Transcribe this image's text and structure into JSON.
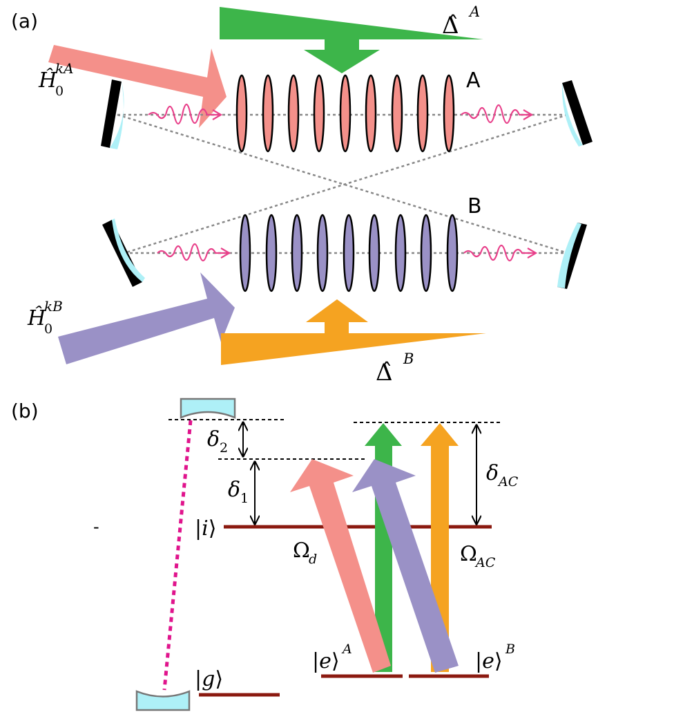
{
  "panel_a": {
    "label": "(a)",
    "ensemble_a_label": "A",
    "ensemble_b_label": "B",
    "h0_a": {
      "base": "Ĥ",
      "sub": "0",
      "sup": "kA"
    },
    "h0_b": {
      "base": "Ĥ",
      "sub": "0",
      "sup": "kB"
    },
    "delta_a": {
      "base": "Δ̂",
      "sup": "A"
    },
    "delta_b": {
      "base": "Δ̂",
      "sup": "B"
    }
  },
  "panel_b": {
    "label": "(b)",
    "stray_mark": "-",
    "delta_1": {
      "base": "δ",
      "sub": "1"
    },
    "delta_2": {
      "base": "δ",
      "sub": "2"
    },
    "delta_ac": {
      "base": "δ",
      "sub": "AC"
    },
    "omega_d": {
      "base": "Ω",
      "sub": "d"
    },
    "omega_ac": {
      "base": "Ω",
      "sub": "AC"
    },
    "ket_i": {
      "inner": "i"
    },
    "ket_g": {
      "inner": "g"
    },
    "ket_e_a": {
      "inner": "e",
      "sup": "A"
    },
    "ket_e_b": {
      "inner": "e",
      "sup": "B"
    }
  },
  "colors": {
    "salmon": "#f4908a",
    "green": "#3db54a",
    "purple": "#9a91c6",
    "orange": "#f5a321",
    "pink_wave": "#e8408a",
    "magenta_dotted": "#e0148c",
    "level_dark_red": "#8b1a10",
    "mirror_cyan": "#aef0f7",
    "atom_a": "#f4908a",
    "atom_b": "#9a91c6"
  }
}
